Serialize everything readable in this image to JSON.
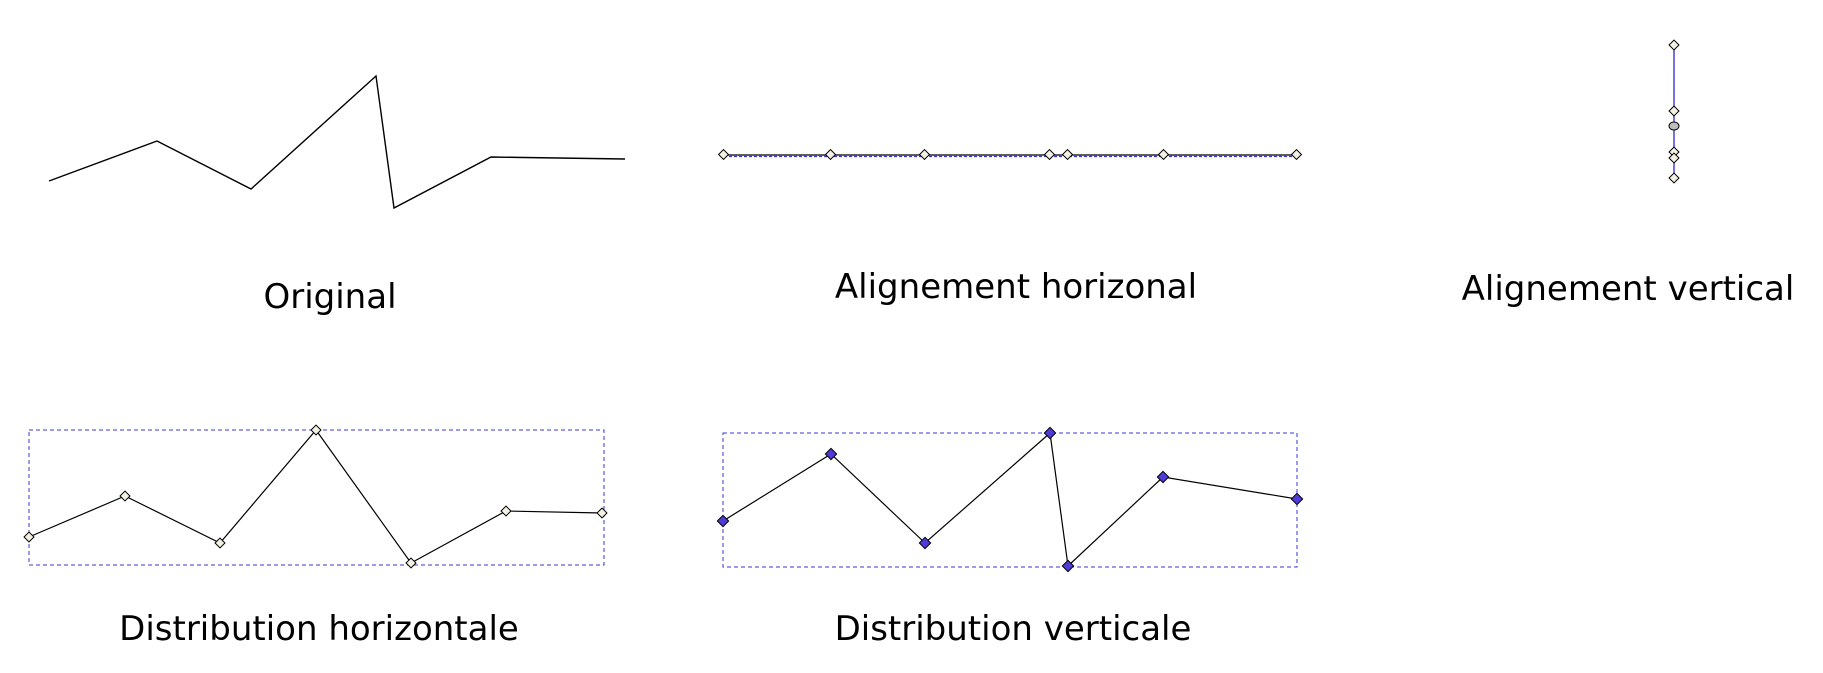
{
  "labels": {
    "original": "Original",
    "align_horizontal": "Alignement horizonal",
    "align_vertical": "Alignement vertical",
    "dist_horizontal": "Distribution horizontale",
    "dist_vertical": "Distribution verticale"
  },
  "colors": {
    "path_stroke": "#000000",
    "node_fill": "#ffffff",
    "node_fill_selected": "#4f3bd8",
    "node_stroke": "#000000",
    "bbox_stroke": "#3b36d8",
    "vertical_line": "#3b36d8"
  }
}
